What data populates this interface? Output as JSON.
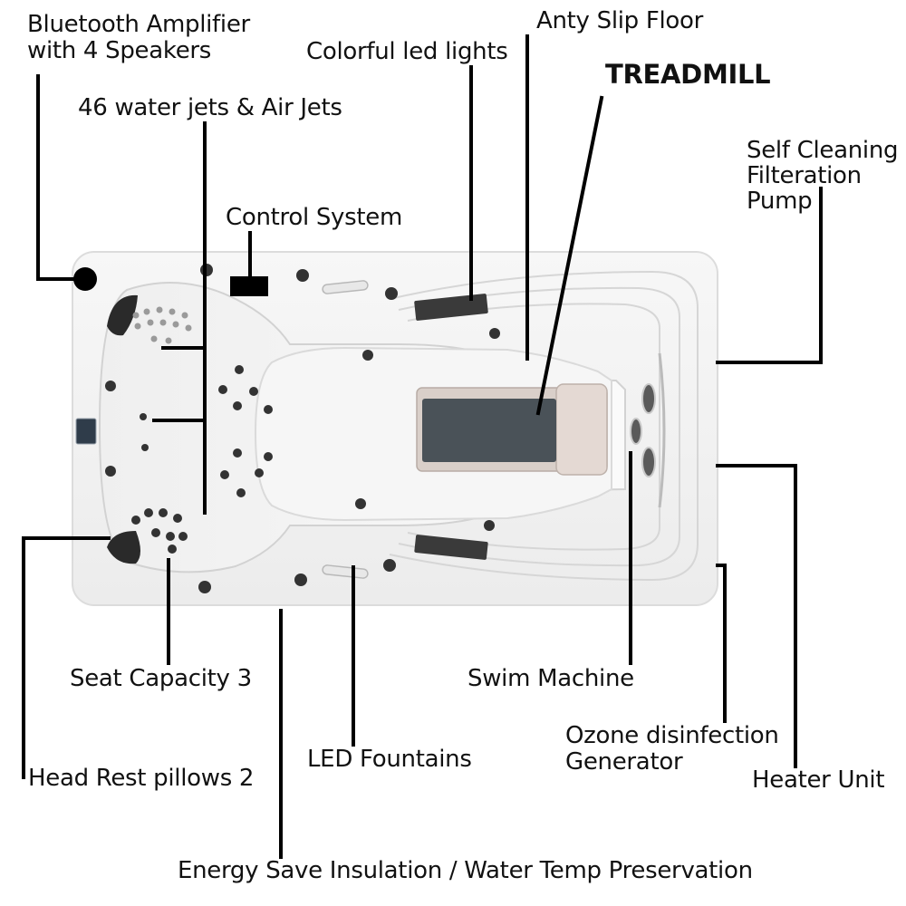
{
  "labels": {
    "bluetooth": "Bluetooth Amplifier",
    "bluetooth_line2": "with 4 Speakers",
    "colorful_lights": "Colorful led lights",
    "anti_slip": "Anty Slip Floor",
    "treadmill": "TREADMILL",
    "water_jets": "46 water jets & Air Jets",
    "self_cleaning": "Self Cleaning",
    "self_cleaning_line2": "Filteration",
    "self_cleaning_line3": "Pump",
    "control_system": "Control System",
    "seat_capacity": "Seat Capacity 3",
    "swim_machine": "Swim Machine",
    "led_fountains": "LED Fountains",
    "ozone": "Ozone disinfection",
    "ozone_line2": "Generator",
    "head_rest": "Head Rest pillows 2",
    "heater": "Heater Unit",
    "insulation": "Energy Save Insulation / Water Temp Preservation"
  },
  "colors": {
    "shell": "#f4f4f4",
    "shell_edge": "#dcdcdc",
    "treadmill_belt": "#4a5258",
    "treadmill_frame": "#d9cfc9",
    "pillow": "#2a2a2a",
    "jet": "#333333",
    "leader": "#000000"
  },
  "icons": {
    "speaker": "speaker-dot-icon",
    "control": "control-panel-icon"
  }
}
